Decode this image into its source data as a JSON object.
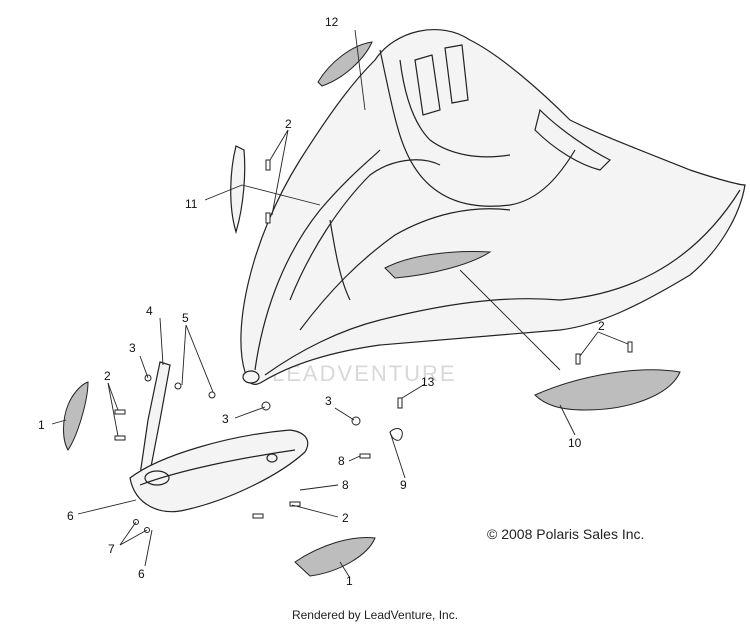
{
  "diagram": {
    "callouts": {
      "c1a": "1",
      "c1b": "1",
      "c2a": "2",
      "c2b": "2",
      "c2c": "2",
      "c2d": "2",
      "c3a": "3",
      "c3b": "3",
      "c3c": "3",
      "c4": "4",
      "c5": "5",
      "c6a": "6",
      "c6b": "6",
      "c7": "7",
      "c8a": "8",
      "c8b": "8",
      "c9": "9",
      "c10": "10",
      "c11": "11",
      "c12": "12",
      "c13": "13"
    },
    "watermark": "LEADVENTURE",
    "copyright": "© 2008 Polaris Sales Inc.",
    "footer": "Rendered by LeadVenture, Inc."
  }
}
